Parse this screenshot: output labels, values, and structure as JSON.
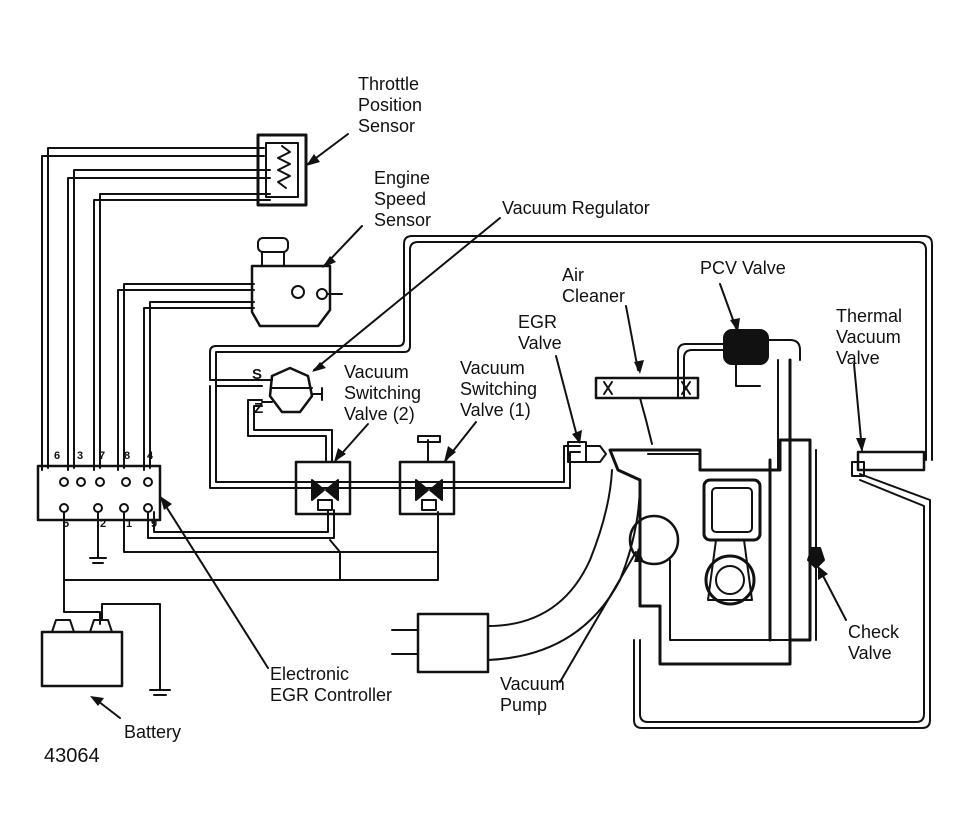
{
  "labels": {
    "throttle_position_sensor": [
      "Throttle",
      "Position",
      "Sensor"
    ],
    "engine_speed_sensor": [
      "Engine",
      "Speed",
      "Sensor"
    ],
    "vacuum_regulator": "Vacuum Regulator",
    "pcv_valve": "PCV Valve",
    "air_cleaner": [
      "Air",
      "Cleaner"
    ],
    "egr_valve": [
      "EGR",
      "Valve"
    ],
    "thermal_vacuum_valve": [
      "Thermal",
      "Vacuum",
      "Valve"
    ],
    "vacuum_switching_valve_2": [
      "Vacuum",
      "Switching",
      "Valve (2)"
    ],
    "vacuum_switching_valve_1": [
      "Vacuum",
      "Switching",
      "Valve (1)"
    ],
    "electronic_egr_controller": [
      "Electronic",
      "EGR Controller"
    ],
    "battery": "Battery",
    "vacuum_pump": [
      "Vacuum",
      "Pump"
    ],
    "check_valve": [
      "Check",
      "Valve"
    ]
  },
  "controller_pins": {
    "top": [
      "6",
      "3",
      "7",
      "8",
      "4"
    ],
    "bottom": [
      "5",
      "2",
      "1",
      "9"
    ]
  },
  "regulator_ports": {
    "s": "S",
    "z": "Z"
  },
  "figure_number": "43064"
}
